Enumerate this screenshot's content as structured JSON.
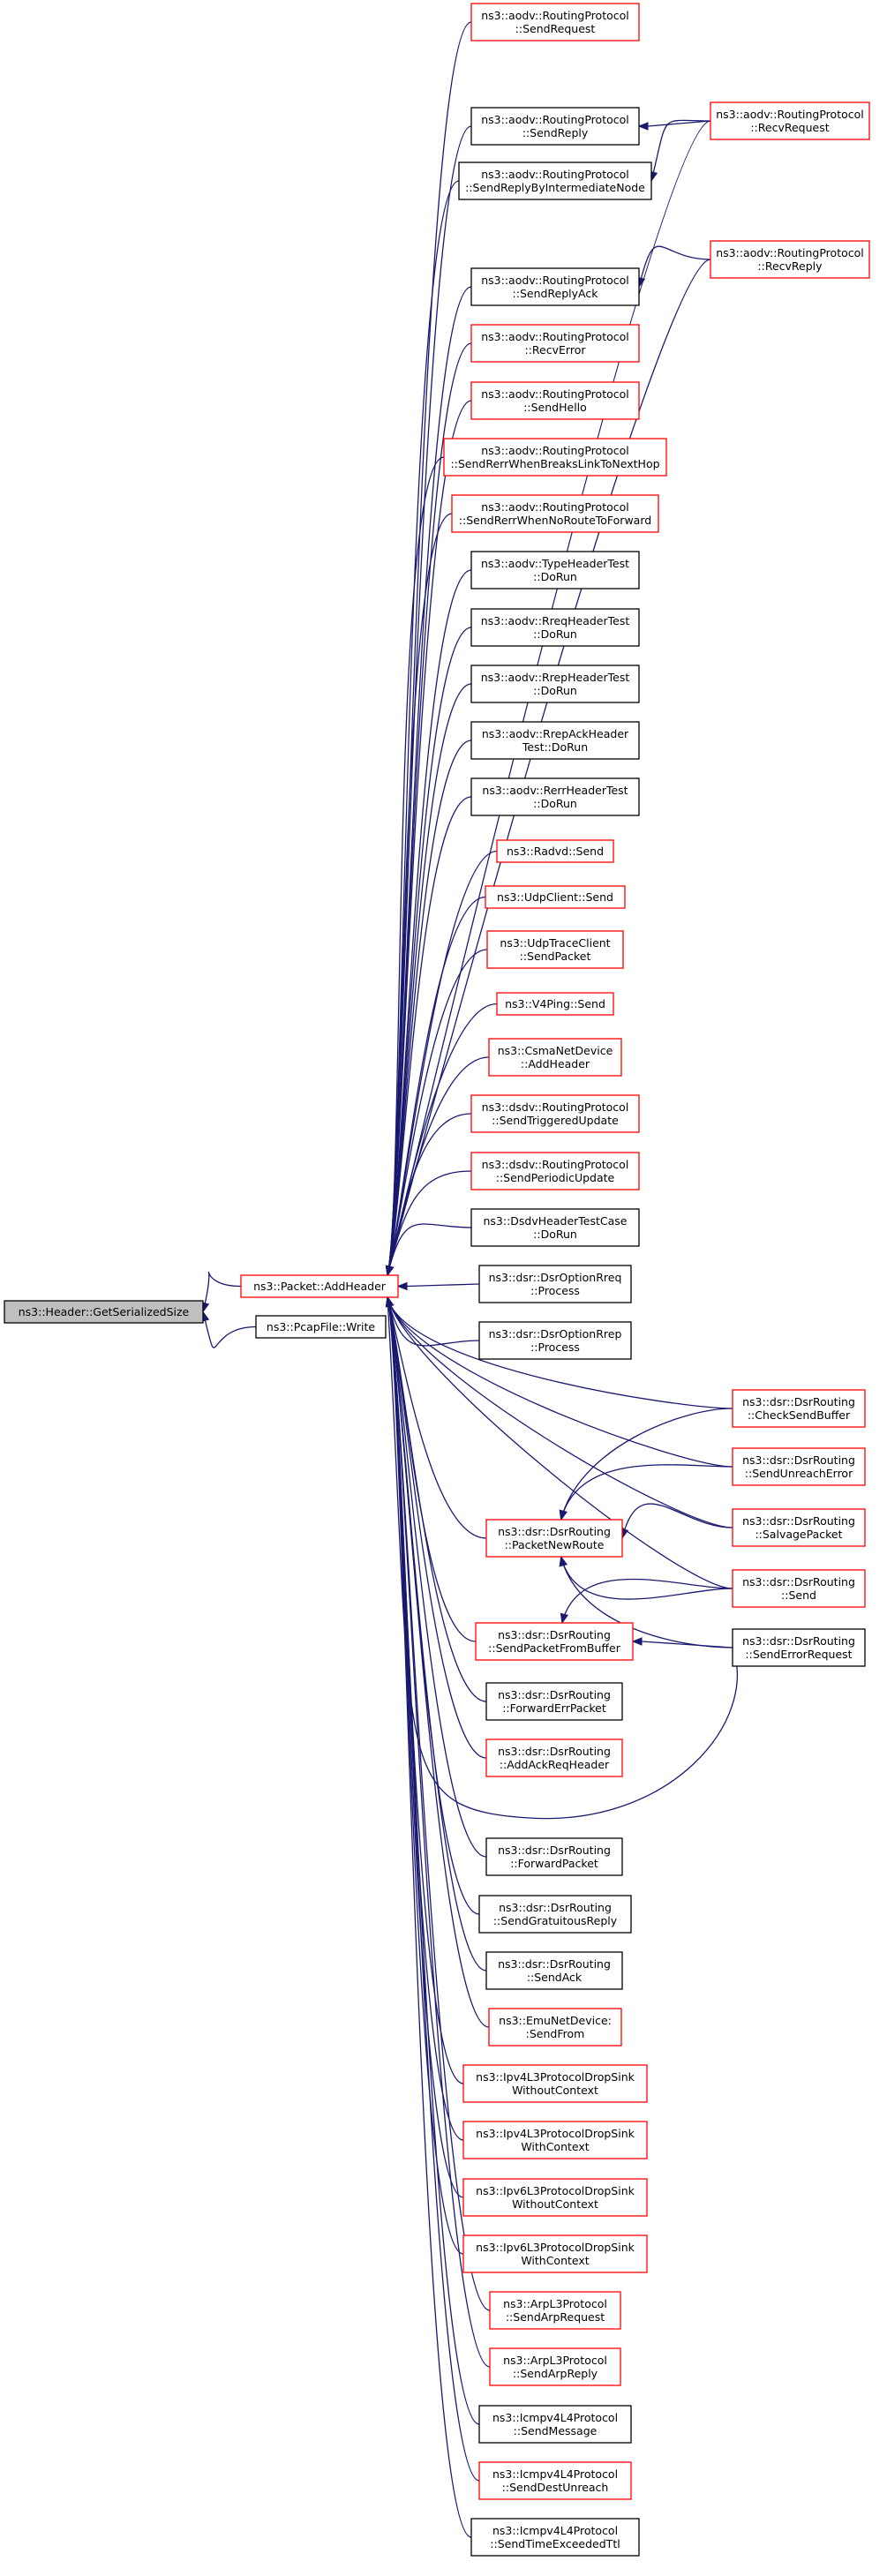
{
  "graph": {
    "nodes": [
      {
        "id": "n0",
        "lines": [
          "ns3::Header::GetSerializedSize"
        ],
        "style": "root"
      },
      {
        "id": "n1",
        "lines": [
          "ns3::Packet::AddHeader"
        ],
        "style": "red"
      },
      {
        "id": "n2",
        "lines": [
          "ns3::PcapFile::Write"
        ],
        "style": "black"
      },
      {
        "id": "n3",
        "lines": [
          "ns3::aodv::RoutingProtocol",
          "::SendRequest"
        ],
        "style": "red"
      },
      {
        "id": "n4",
        "lines": [
          "ns3::aodv::RoutingProtocol",
          "::SendReply"
        ],
        "style": "black"
      },
      {
        "id": "n5",
        "lines": [
          "ns3::aodv::RoutingProtocol",
          "::SendReplyByIntermediateNode"
        ],
        "style": "black"
      },
      {
        "id": "n6",
        "lines": [
          "ns3::aodv::RoutingProtocol",
          "::SendReplyAck"
        ],
        "style": "black"
      },
      {
        "id": "n7",
        "lines": [
          "ns3::aodv::RoutingProtocol",
          "::RecvError"
        ],
        "style": "red"
      },
      {
        "id": "n8",
        "lines": [
          "ns3::aodv::RoutingProtocol",
          "::SendHello"
        ],
        "style": "red"
      },
      {
        "id": "n9",
        "lines": [
          "ns3::aodv::RoutingProtocol",
          "::SendRerrWhenBreaksLinkToNextHop"
        ],
        "style": "red"
      },
      {
        "id": "n10",
        "lines": [
          "ns3::aodv::RoutingProtocol",
          "::SendRerrWhenNoRouteToForward"
        ],
        "style": "red"
      },
      {
        "id": "n11",
        "lines": [
          "ns3::aodv::TypeHeaderTest",
          "::DoRun"
        ],
        "style": "black"
      },
      {
        "id": "n12",
        "lines": [
          "ns3::aodv::RreqHeaderTest",
          "::DoRun"
        ],
        "style": "black"
      },
      {
        "id": "n13",
        "lines": [
          "ns3::aodv::RrepHeaderTest",
          "::DoRun"
        ],
        "style": "black"
      },
      {
        "id": "n14",
        "lines": [
          "ns3::aodv::RrepAckHeader",
          "Test::DoRun"
        ],
        "style": "black"
      },
      {
        "id": "n15",
        "lines": [
          "ns3::aodv::RerrHeaderTest",
          "::DoRun"
        ],
        "style": "black"
      },
      {
        "id": "n16",
        "lines": [
          "ns3::Radvd::Send"
        ],
        "style": "red"
      },
      {
        "id": "n17",
        "lines": [
          "ns3::UdpClient::Send"
        ],
        "style": "red"
      },
      {
        "id": "n18",
        "lines": [
          "ns3::UdpTraceClient",
          "::SendPacket"
        ],
        "style": "red"
      },
      {
        "id": "n19",
        "lines": [
          "ns3::V4Ping::Send"
        ],
        "style": "red"
      },
      {
        "id": "n20",
        "lines": [
          "ns3::CsmaNetDevice",
          "::AddHeader"
        ],
        "style": "red"
      },
      {
        "id": "n21",
        "lines": [
          "ns3::dsdv::RoutingProtocol",
          "::SendTriggeredUpdate"
        ],
        "style": "red"
      },
      {
        "id": "n22",
        "lines": [
          "ns3::dsdv::RoutingProtocol",
          "::SendPeriodicUpdate"
        ],
        "style": "red"
      },
      {
        "id": "n23",
        "lines": [
          "ns3::DsdvHeaderTestCase",
          "::DoRun"
        ],
        "style": "black"
      },
      {
        "id": "n24",
        "lines": [
          "ns3::dsr::DsrOptionRreq",
          "::Process"
        ],
        "style": "black"
      },
      {
        "id": "n25",
        "lines": [
          "ns3::dsr::DsrOptionRrep",
          "::Process"
        ],
        "style": "black"
      },
      {
        "id": "n26",
        "lines": [
          "ns3::dsr::DsrRouting",
          "::PacketNewRoute"
        ],
        "style": "red"
      },
      {
        "id": "n27",
        "lines": [
          "ns3::dsr::DsrRouting",
          "::SendPacketFromBuffer"
        ],
        "style": "red"
      },
      {
        "id": "n28",
        "lines": [
          "ns3::dsr::DsrRouting",
          "::ForwardErrPacket"
        ],
        "style": "black"
      },
      {
        "id": "n29",
        "lines": [
          "ns3::dsr::DsrRouting",
          "::AddAckReqHeader"
        ],
        "style": "red"
      },
      {
        "id": "n30",
        "lines": [
          "ns3::dsr::DsrRouting",
          "::ForwardPacket"
        ],
        "style": "black"
      },
      {
        "id": "n31",
        "lines": [
          "ns3::dsr::DsrRouting",
          "::SendGratuitousReply"
        ],
        "style": "black"
      },
      {
        "id": "n32",
        "lines": [
          "ns3::dsr::DsrRouting",
          "::SendAck"
        ],
        "style": "black"
      },
      {
        "id": "n33",
        "lines": [
          "ns3::EmuNetDevice:",
          ":SendFrom"
        ],
        "style": "red"
      },
      {
        "id": "n34",
        "lines": [
          "ns3::Ipv4L3ProtocolDropSink",
          "WithoutContext"
        ],
        "style": "red"
      },
      {
        "id": "n35",
        "lines": [
          "ns3::Ipv4L3ProtocolDropSink",
          "WithContext"
        ],
        "style": "red"
      },
      {
        "id": "n36",
        "lines": [
          "ns3::Ipv6L3ProtocolDropSink",
          "WithoutContext"
        ],
        "style": "red"
      },
      {
        "id": "n37",
        "lines": [
          "ns3::Ipv6L3ProtocolDropSink",
          "WithContext"
        ],
        "style": "red"
      },
      {
        "id": "n38",
        "lines": [
          "ns3::ArpL3Protocol",
          "::SendArpRequest"
        ],
        "style": "red"
      },
      {
        "id": "n39",
        "lines": [
          "ns3::ArpL3Protocol",
          "::SendArpReply"
        ],
        "style": "red"
      },
      {
        "id": "n40",
        "lines": [
          "ns3::Icmpv4L4Protocol",
          "::SendMessage"
        ],
        "style": "black"
      },
      {
        "id": "n41",
        "lines": [
          "ns3::Icmpv4L4Protocol",
          "::SendDestUnreach"
        ],
        "style": "red"
      },
      {
        "id": "n42",
        "lines": [
          "ns3::Icmpv4L4Protocol",
          "::SendTimeExceededTtl"
        ],
        "style": "black"
      },
      {
        "id": "n43",
        "lines": [
          "ns3::aodv::RoutingProtocol",
          "::RecvRequest"
        ],
        "style": "red"
      },
      {
        "id": "n44",
        "lines": [
          "ns3::aodv::RoutingProtocol",
          "::RecvReply"
        ],
        "style": "red"
      },
      {
        "id": "n45",
        "lines": [
          "ns3::dsr::DsrRouting",
          "::CheckSendBuffer"
        ],
        "style": "red"
      },
      {
        "id": "n46",
        "lines": [
          "ns3::dsr::DsrRouting",
          "::SendUnreachError"
        ],
        "style": "red"
      },
      {
        "id": "n47",
        "lines": [
          "ns3::dsr::DsrRouting",
          "::SalvagePacket"
        ],
        "style": "red"
      },
      {
        "id": "n48",
        "lines": [
          "ns3::dsr::DsrRouting",
          "::Send"
        ],
        "style": "red"
      },
      {
        "id": "n49",
        "lines": [
          "ns3::dsr::DsrRouting",
          "::SendErrorRequest"
        ],
        "style": "black"
      }
    ],
    "edges": [
      [
        "n1",
        "n0"
      ],
      [
        "n2",
        "n0"
      ],
      [
        "n3",
        "n1"
      ],
      [
        "n4",
        "n1"
      ],
      [
        "n5",
        "n1"
      ],
      [
        "n6",
        "n1"
      ],
      [
        "n7",
        "n1"
      ],
      [
        "n8",
        "n1"
      ],
      [
        "n9",
        "n1"
      ],
      [
        "n10",
        "n1"
      ],
      [
        "n11",
        "n1"
      ],
      [
        "n12",
        "n1"
      ],
      [
        "n13",
        "n1"
      ],
      [
        "n14",
        "n1"
      ],
      [
        "n15",
        "n1"
      ],
      [
        "n16",
        "n1"
      ],
      [
        "n17",
        "n1"
      ],
      [
        "n18",
        "n1"
      ],
      [
        "n19",
        "n1"
      ],
      [
        "n20",
        "n1"
      ],
      [
        "n21",
        "n1"
      ],
      [
        "n22",
        "n1"
      ],
      [
        "n23",
        "n1"
      ],
      [
        "n24",
        "n1"
      ],
      [
        "n25",
        "n1"
      ],
      [
        "n26",
        "n1"
      ],
      [
        "n27",
        "n1"
      ],
      [
        "n28",
        "n1"
      ],
      [
        "n29",
        "n1"
      ],
      [
        "n30",
        "n1"
      ],
      [
        "n31",
        "n1"
      ],
      [
        "n32",
        "n1"
      ],
      [
        "n33",
        "n1"
      ],
      [
        "n34",
        "n1"
      ],
      [
        "n35",
        "n1"
      ],
      [
        "n36",
        "n1"
      ],
      [
        "n37",
        "n1"
      ],
      [
        "n38",
        "n1"
      ],
      [
        "n39",
        "n1"
      ],
      [
        "n40",
        "n1"
      ],
      [
        "n41",
        "n1"
      ],
      [
        "n42",
        "n1"
      ],
      [
        "n43",
        "n1"
      ],
      [
        "n44",
        "n1"
      ],
      [
        "n45",
        "n1"
      ],
      [
        "n46",
        "n1"
      ],
      [
        "n47",
        "n1"
      ],
      [
        "n48",
        "n1"
      ],
      [
        "n49",
        "n1"
      ],
      [
        "n43",
        "n4"
      ],
      [
        "n43",
        "n5"
      ],
      [
        "n44",
        "n6"
      ],
      [
        "n45",
        "n26"
      ],
      [
        "n46",
        "n26"
      ],
      [
        "n47",
        "n26"
      ],
      [
        "n48",
        "n26"
      ],
      [
        "n49",
        "n26"
      ],
      [
        "n48",
        "n27"
      ],
      [
        "n49",
        "n27"
      ]
    ]
  },
  "colors": {
    "edge": "#191970",
    "red_border": "#ff0000",
    "black_border": "#000000",
    "root_fill": "#bfbfbf"
  }
}
